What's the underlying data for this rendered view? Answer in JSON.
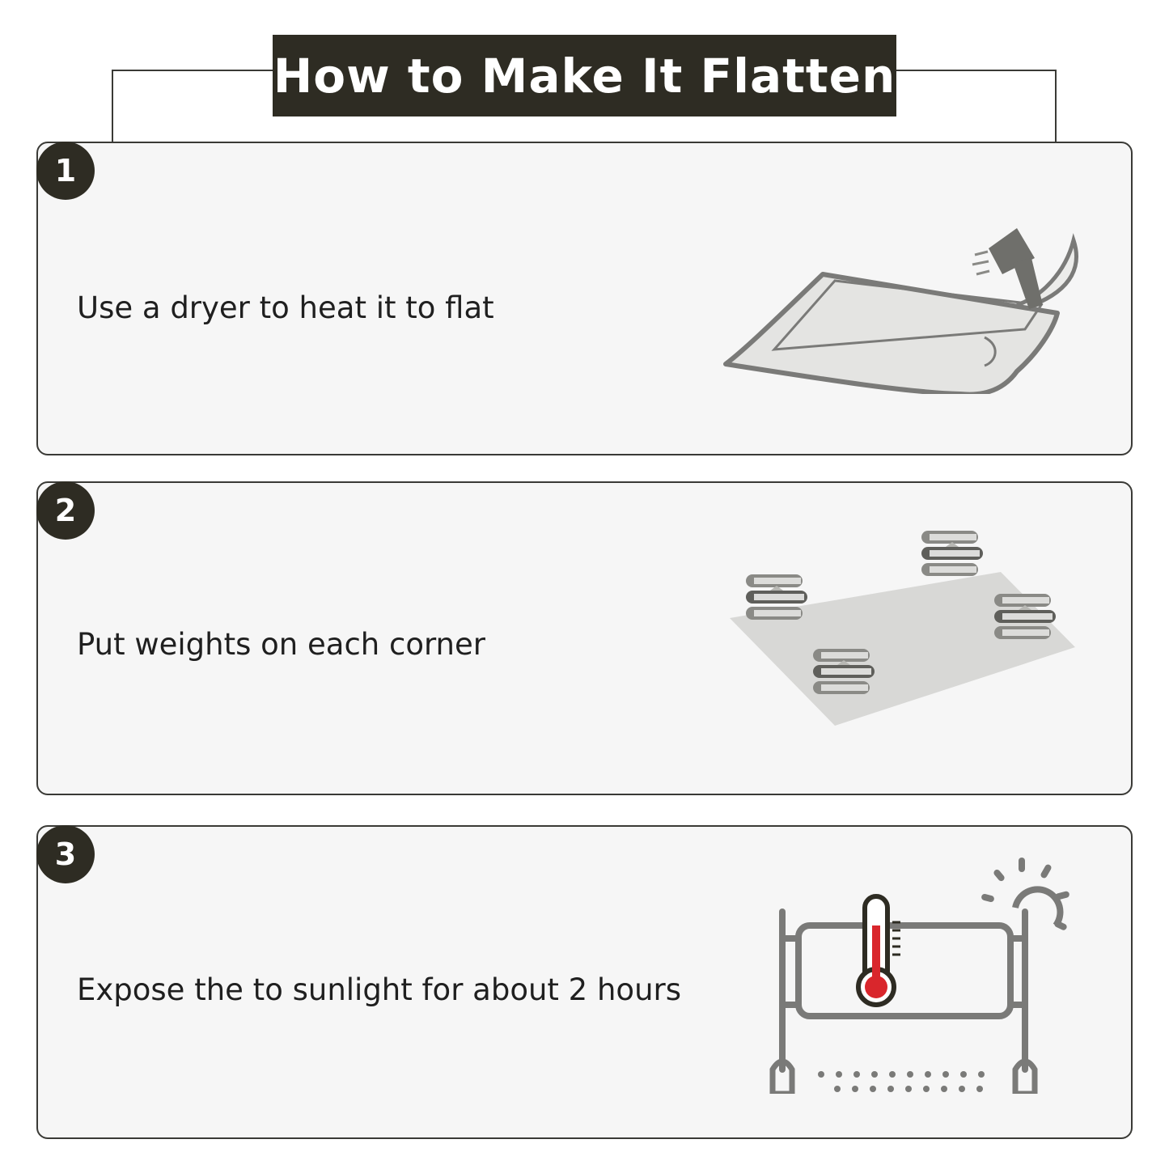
{
  "title": "How to Make It Flatten",
  "steps": [
    {
      "number": "1",
      "text": "Use a dryer to heat it to flat",
      "icon": "hair-dryer-curled-mat-icon"
    },
    {
      "number": "2",
      "text": "Put weights on each corner",
      "icon": "book-stacks-on-mat-icon"
    },
    {
      "number": "3",
      "text": "Expose the to sunlight for about 2 hours",
      "icon": "mat-on-rack-in-sun-icon"
    }
  ],
  "colors": {
    "dark": "#2e2c23",
    "card_bg": "#f6f6f6",
    "illustration_gray": "#7a7a78",
    "thermometer_red": "#d9262c"
  }
}
